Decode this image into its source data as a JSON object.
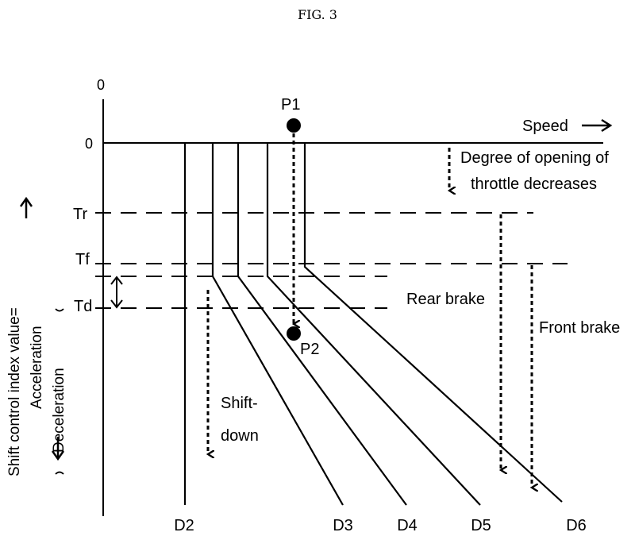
{
  "figure": {
    "title": "FIG. 3"
  },
  "axis": {
    "origin_top": "0",
    "origin_mid": "0",
    "x_label": "Speed",
    "y_label_line1": "Shift control index value=",
    "y_label_line2": "Acceleration",
    "y_label_line3": "Deceleration"
  },
  "thresholds": {
    "tr": "Tr",
    "tf": "Tf",
    "td": "Td"
  },
  "points": {
    "p1": "P1",
    "p2": "P2"
  },
  "annotations": {
    "throttle_line1": "Degree of opening of",
    "throttle_line2": "throttle decreases",
    "rear_brake": "Rear brake",
    "front_brake": "Front brake",
    "shift_down_line1": "Shift-",
    "shift_down_line2": "down"
  },
  "gear_lines": {
    "d2": "D2",
    "d3": "D3",
    "d4": "D4",
    "d5": "D5",
    "d6": "D6"
  }
}
